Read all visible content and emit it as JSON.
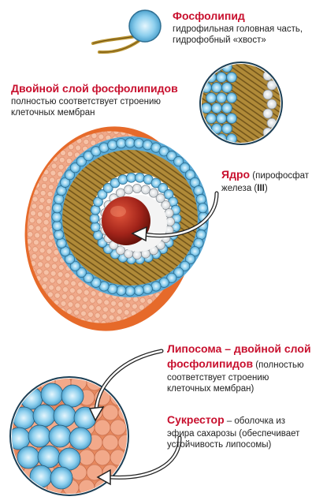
{
  "phospholipid": {
    "title": "Фосфолипид",
    "line1": "гидрофильная головная часть,",
    "line2": "гидрофобный «хвост»"
  },
  "bilayer": {
    "title": "Двойной слой фосфолипидов",
    "line1": "полностью соответствует строению",
    "line2": "клеточных мембран"
  },
  "core": {
    "title": "Ядро",
    "line1_tail": " (пирофосфат",
    "line2_head": "железа (",
    "line2_bold": "III",
    "line2_tail": ")"
  },
  "liposome": {
    "title_line1": "Липосома – двойной слой",
    "title_line2": "фосфолипидов",
    "line2_tail": " (полностью",
    "line3": "соответствует строению",
    "line4": "клеточных мембран)"
  },
  "sucrester": {
    "title": "Сукрестор",
    "line1_tail": " – оболочка из",
    "line2": "эфира сахарозы (обеспечивает",
    "line3": "устойчивость липосомы)"
  },
  "colors": {
    "accent_red": "#c8102e",
    "shell_orange": "#e87a3c",
    "head_blue": "#74c3e6",
    "tail_olive": "#8a6a20",
    "core_red": "#9c1f12"
  }
}
